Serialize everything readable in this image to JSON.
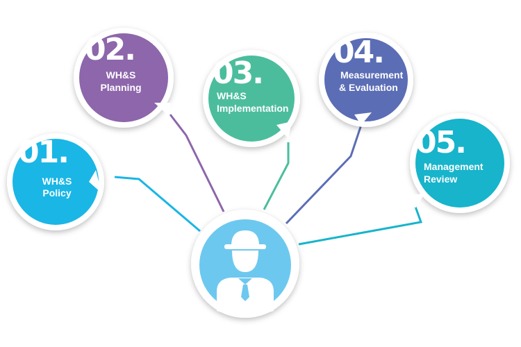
{
  "title": "WH&S Management Cycle",
  "steps": [
    {
      "number": "01.",
      "line1": "WH&S",
      "line2": "Policy",
      "color": "#1ab6e6"
    },
    {
      "number": "02.",
      "line1": "WH&S",
      "line2": "Planning",
      "color": "#8d66ab"
    },
    {
      "number": "03.",
      "line1": "WH&S",
      "line2": "Implementation",
      "color": "#4bbd9d"
    },
    {
      "number": "04.",
      "line1": "Measurement",
      "line2": "& Evaluation",
      "color": "#5b6db5"
    },
    {
      "number": "05.",
      "line1": "Management",
      "line2": "Review",
      "color": "#17b4cb"
    }
  ],
  "center": {
    "icon": "worker-hardhat-icon",
    "color": "#6dc8ef"
  }
}
